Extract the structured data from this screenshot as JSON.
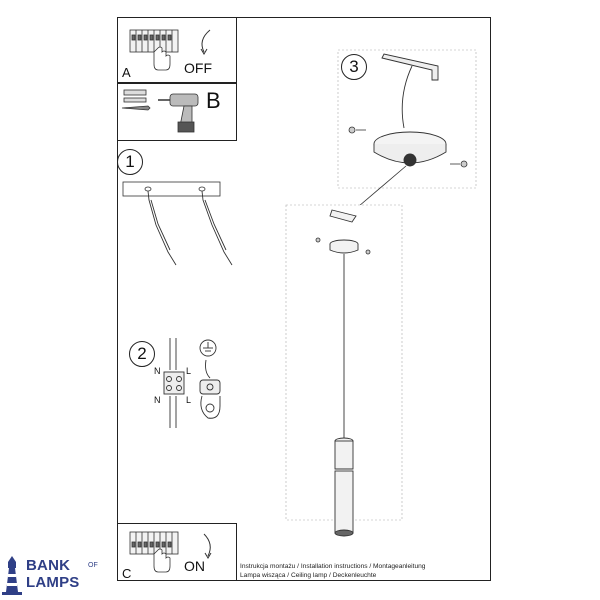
{
  "panels": {
    "a": {
      "letter": "A",
      "action": "OFF"
    },
    "b": {
      "letter": "B"
    },
    "c": {
      "letter": "C",
      "action": "ON"
    }
  },
  "steps": [
    "1",
    "2",
    "3"
  ],
  "wiring": {
    "n_top": "N",
    "l_top": "L",
    "n_bottom": "N",
    "l_bottom": "L"
  },
  "footer": {
    "line1": "Instrukcja montażu / Installation instructions / Montageanleitung",
    "line2": "Lampa wisząca / Ceiling lamp / Deckenleuchte"
  },
  "brand": {
    "word1": "BANK",
    "of": "OF",
    "word2": "LAMPS",
    "color": "#2f3f86"
  }
}
